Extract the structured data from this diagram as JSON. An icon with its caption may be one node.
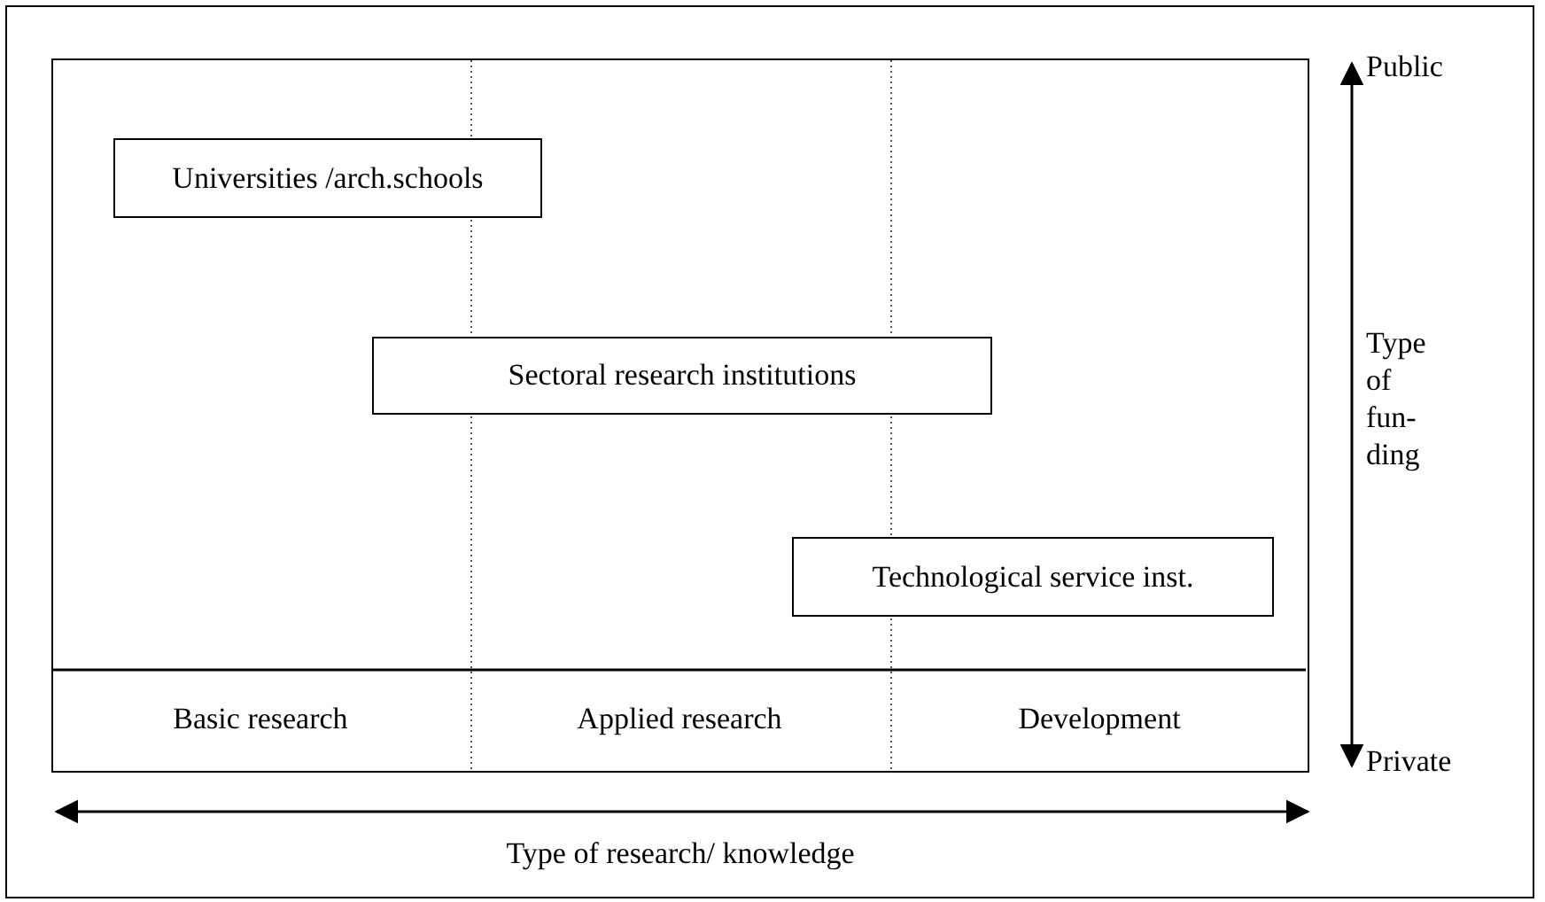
{
  "diagram": {
    "nodes": [
      {
        "text": [],
        "shape": "box"
      },
      {
        "text": [
          "Universities /arch.schools"
        ],
        "in": 0
      },
      {
        "text": [
          "Sectoral research institutions"
        ],
        "in": 0
      },
      {
        "text": [
          "Technological service inst."
        ],
        "in": 0
      }
    ],
    "edges": [],
    "labels": [
      "Public",
      "Type of fun- ding",
      "Basic research",
      "Applied research",
      "Development",
      "Private",
      "Type of research/ knowledge"
    ]
  }
}
